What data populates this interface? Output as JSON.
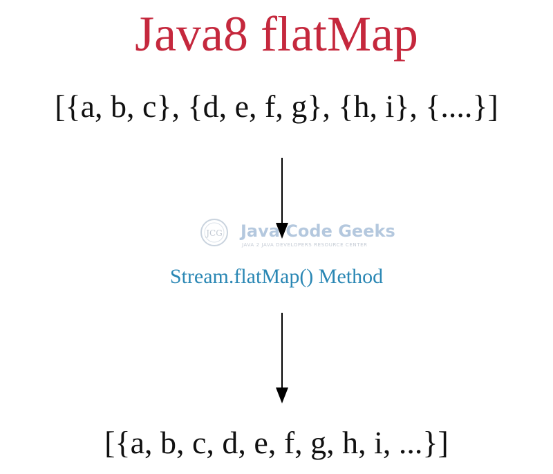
{
  "title": "Java8 flatMap",
  "input_list": "[{a, b, c}, {d, e, f, g}, {h, i}, {....}]",
  "method_label": "Stream.flatMap() Method",
  "output_list": "[{a, b, c, d, e, f, g, h, i, ...}]",
  "watermark": {
    "logo_text": "JCG",
    "brand": "Java Code Geeks",
    "tagline": "JAVA 2 JAVA DEVELOPERS RESOURCE CENTER"
  },
  "colors": {
    "title": "#c5283d",
    "method_label": "#2a87b4",
    "text": "#111111",
    "arrow": "#000000"
  }
}
